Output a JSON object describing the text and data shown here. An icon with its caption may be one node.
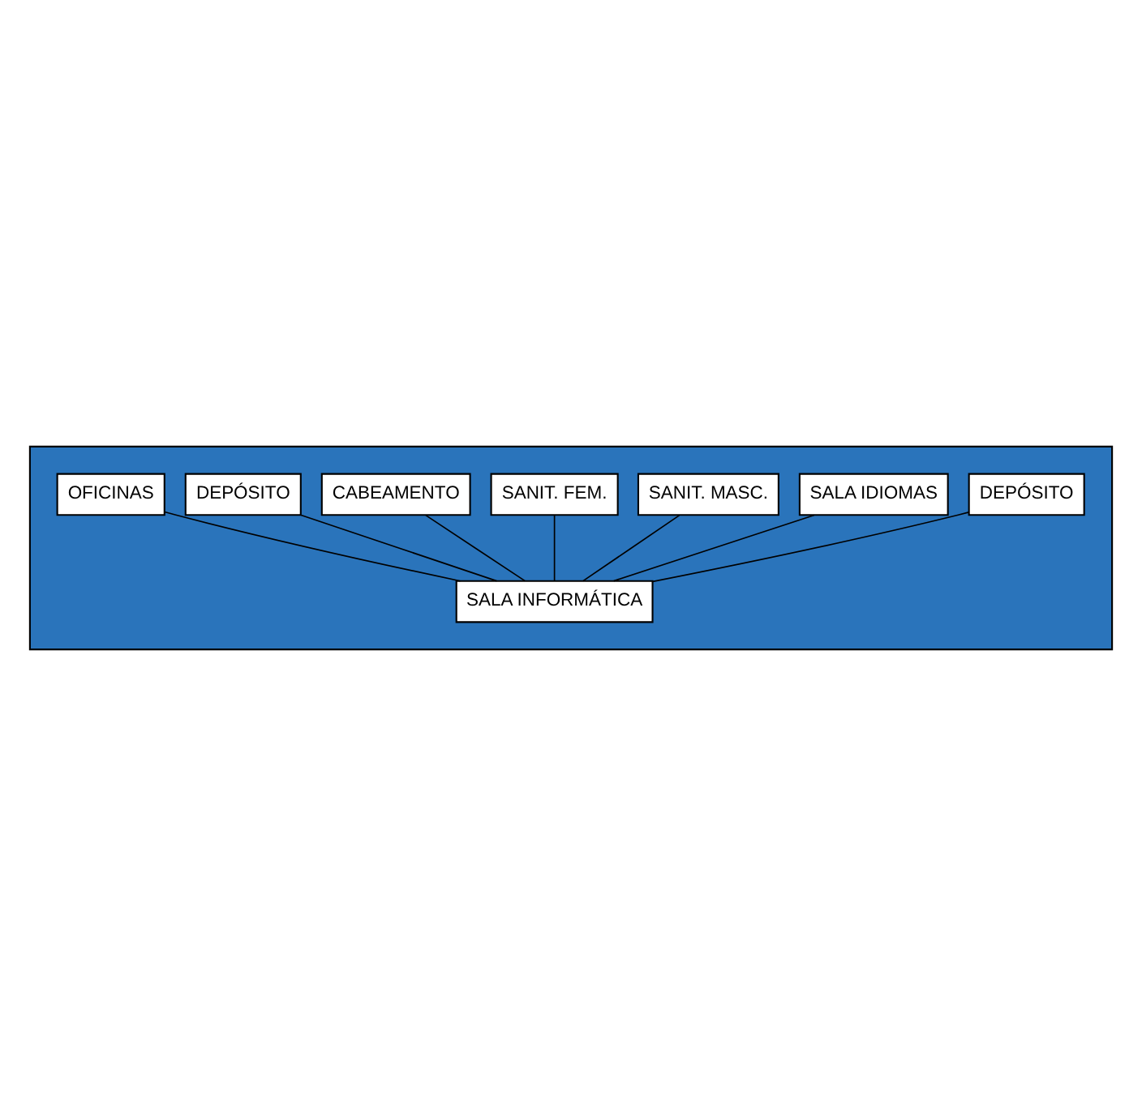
{
  "diagram": {
    "nodes": [
      {
        "text": [],
        "shape": "box"
      },
      {
        "text": [
          "OFICINAS"
        ],
        "in": 0
      },
      {
        "text": [
          "DEPÓSITO"
        ],
        "in": 0
      },
      {
        "text": [
          "CABEAMENTO"
        ],
        "in": 0
      },
      {
        "text": [
          "SANIT. FEM."
        ],
        "in": 0
      },
      {
        "text": [
          "SANIT. MASC."
        ],
        "in": 0
      },
      {
        "text": [
          "SALA IDIOMAS"
        ],
        "in": 0
      },
      {
        "text": [
          "DEPÓSITO"
        ],
        "in": 0
      },
      {
        "text": [
          "SALA INFORMÁTICA"
        ],
        "in": 0
      }
    ],
    "edges": [
      {
        "from": 8,
        "to": 1,
        "arrow": "none"
      },
      {
        "from": 8,
        "to": 2,
        "arrow": "none"
      },
      {
        "from": 8,
        "to": 3,
        "arrow": "none"
      },
      {
        "from": 8,
        "to": 4,
        "arrow": "none"
      },
      {
        "from": 8,
        "to": 5,
        "arrow": "none"
      },
      {
        "from": 8,
        "to": 6,
        "arrow": "none"
      },
      {
        "from": 8,
        "to": 7,
        "arrow": "none"
      }
    ]
  }
}
